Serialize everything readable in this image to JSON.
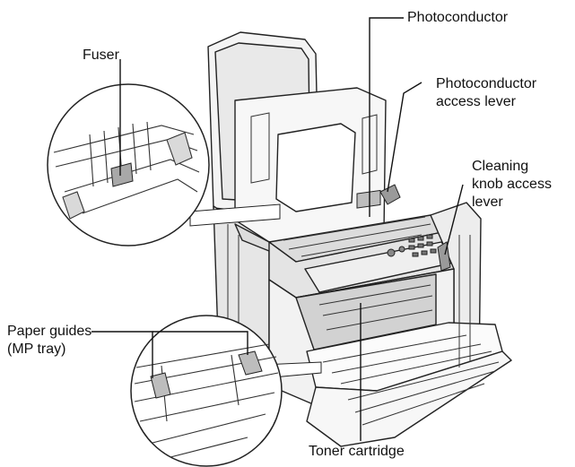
{
  "labels": {
    "photoconductor": "Photoconductor",
    "fuser": "Fuser",
    "photoconductor_lever_line1": "Photoconductor",
    "photoconductor_lever_line2": "access lever",
    "cleaning_line1": "Cleaning",
    "cleaning_line2": "knob access",
    "cleaning_line3": "lever",
    "paper_guides_line1": "Paper guides",
    "paper_guides_line2": "(MP tray)",
    "toner": "Toner cartridge"
  },
  "colors": {
    "ink": "#111111",
    "line": "#222222",
    "body": "#f2f2f2",
    "shade": "#cfcfcf",
    "dark": "#7a7a7a"
  }
}
